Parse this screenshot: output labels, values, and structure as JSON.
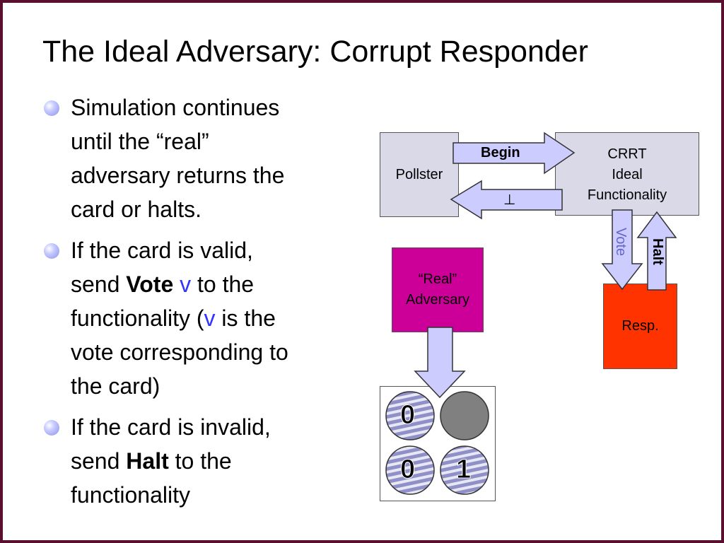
{
  "slide": {
    "title": "The Ideal Adversary: Corrupt Responder",
    "bullets": [
      {
        "line1": "Simulation continues",
        "line2": "until the “real”",
        "line3": "adversary returns the",
        "line4": "card or halts."
      },
      {
        "line1": "If the card is valid,",
        "line2_pre": "send ",
        "line2_bold": "Vote",
        "line2_blue": " v",
        "line2_post": " to the",
        "line3_pre": "functionality (",
        "line3_blue": "v",
        "line3_post": " is the",
        "line4": "vote corresponding to",
        "line5": "the card)"
      },
      {
        "line1": "If the card is invalid,",
        "line2_pre": "send ",
        "line2_bold": "Halt",
        "line2_post": " to the",
        "line3": "functionality"
      }
    ]
  },
  "diagram": {
    "pollster": "Pollster",
    "crrt": [
      "CRRT",
      "Ideal",
      "Functionality"
    ],
    "real_adversary": [
      "“Real”",
      "Adversary"
    ],
    "resp": "Resp.",
    "arrow_begin": "Begin",
    "arrow_bottom": "⊥",
    "arrow_vote": "Vote",
    "arrow_halt": "Halt",
    "card_values": [
      "0",
      "0",
      "1"
    ]
  },
  "colors": {
    "frame": "#5a0f2e",
    "box_fill": "#d9d9e8",
    "arrow_fill": "#ccccff",
    "adversary_fill": "#cc0099",
    "resp_fill": "#ff3300",
    "vote_text": "#6666cc"
  }
}
